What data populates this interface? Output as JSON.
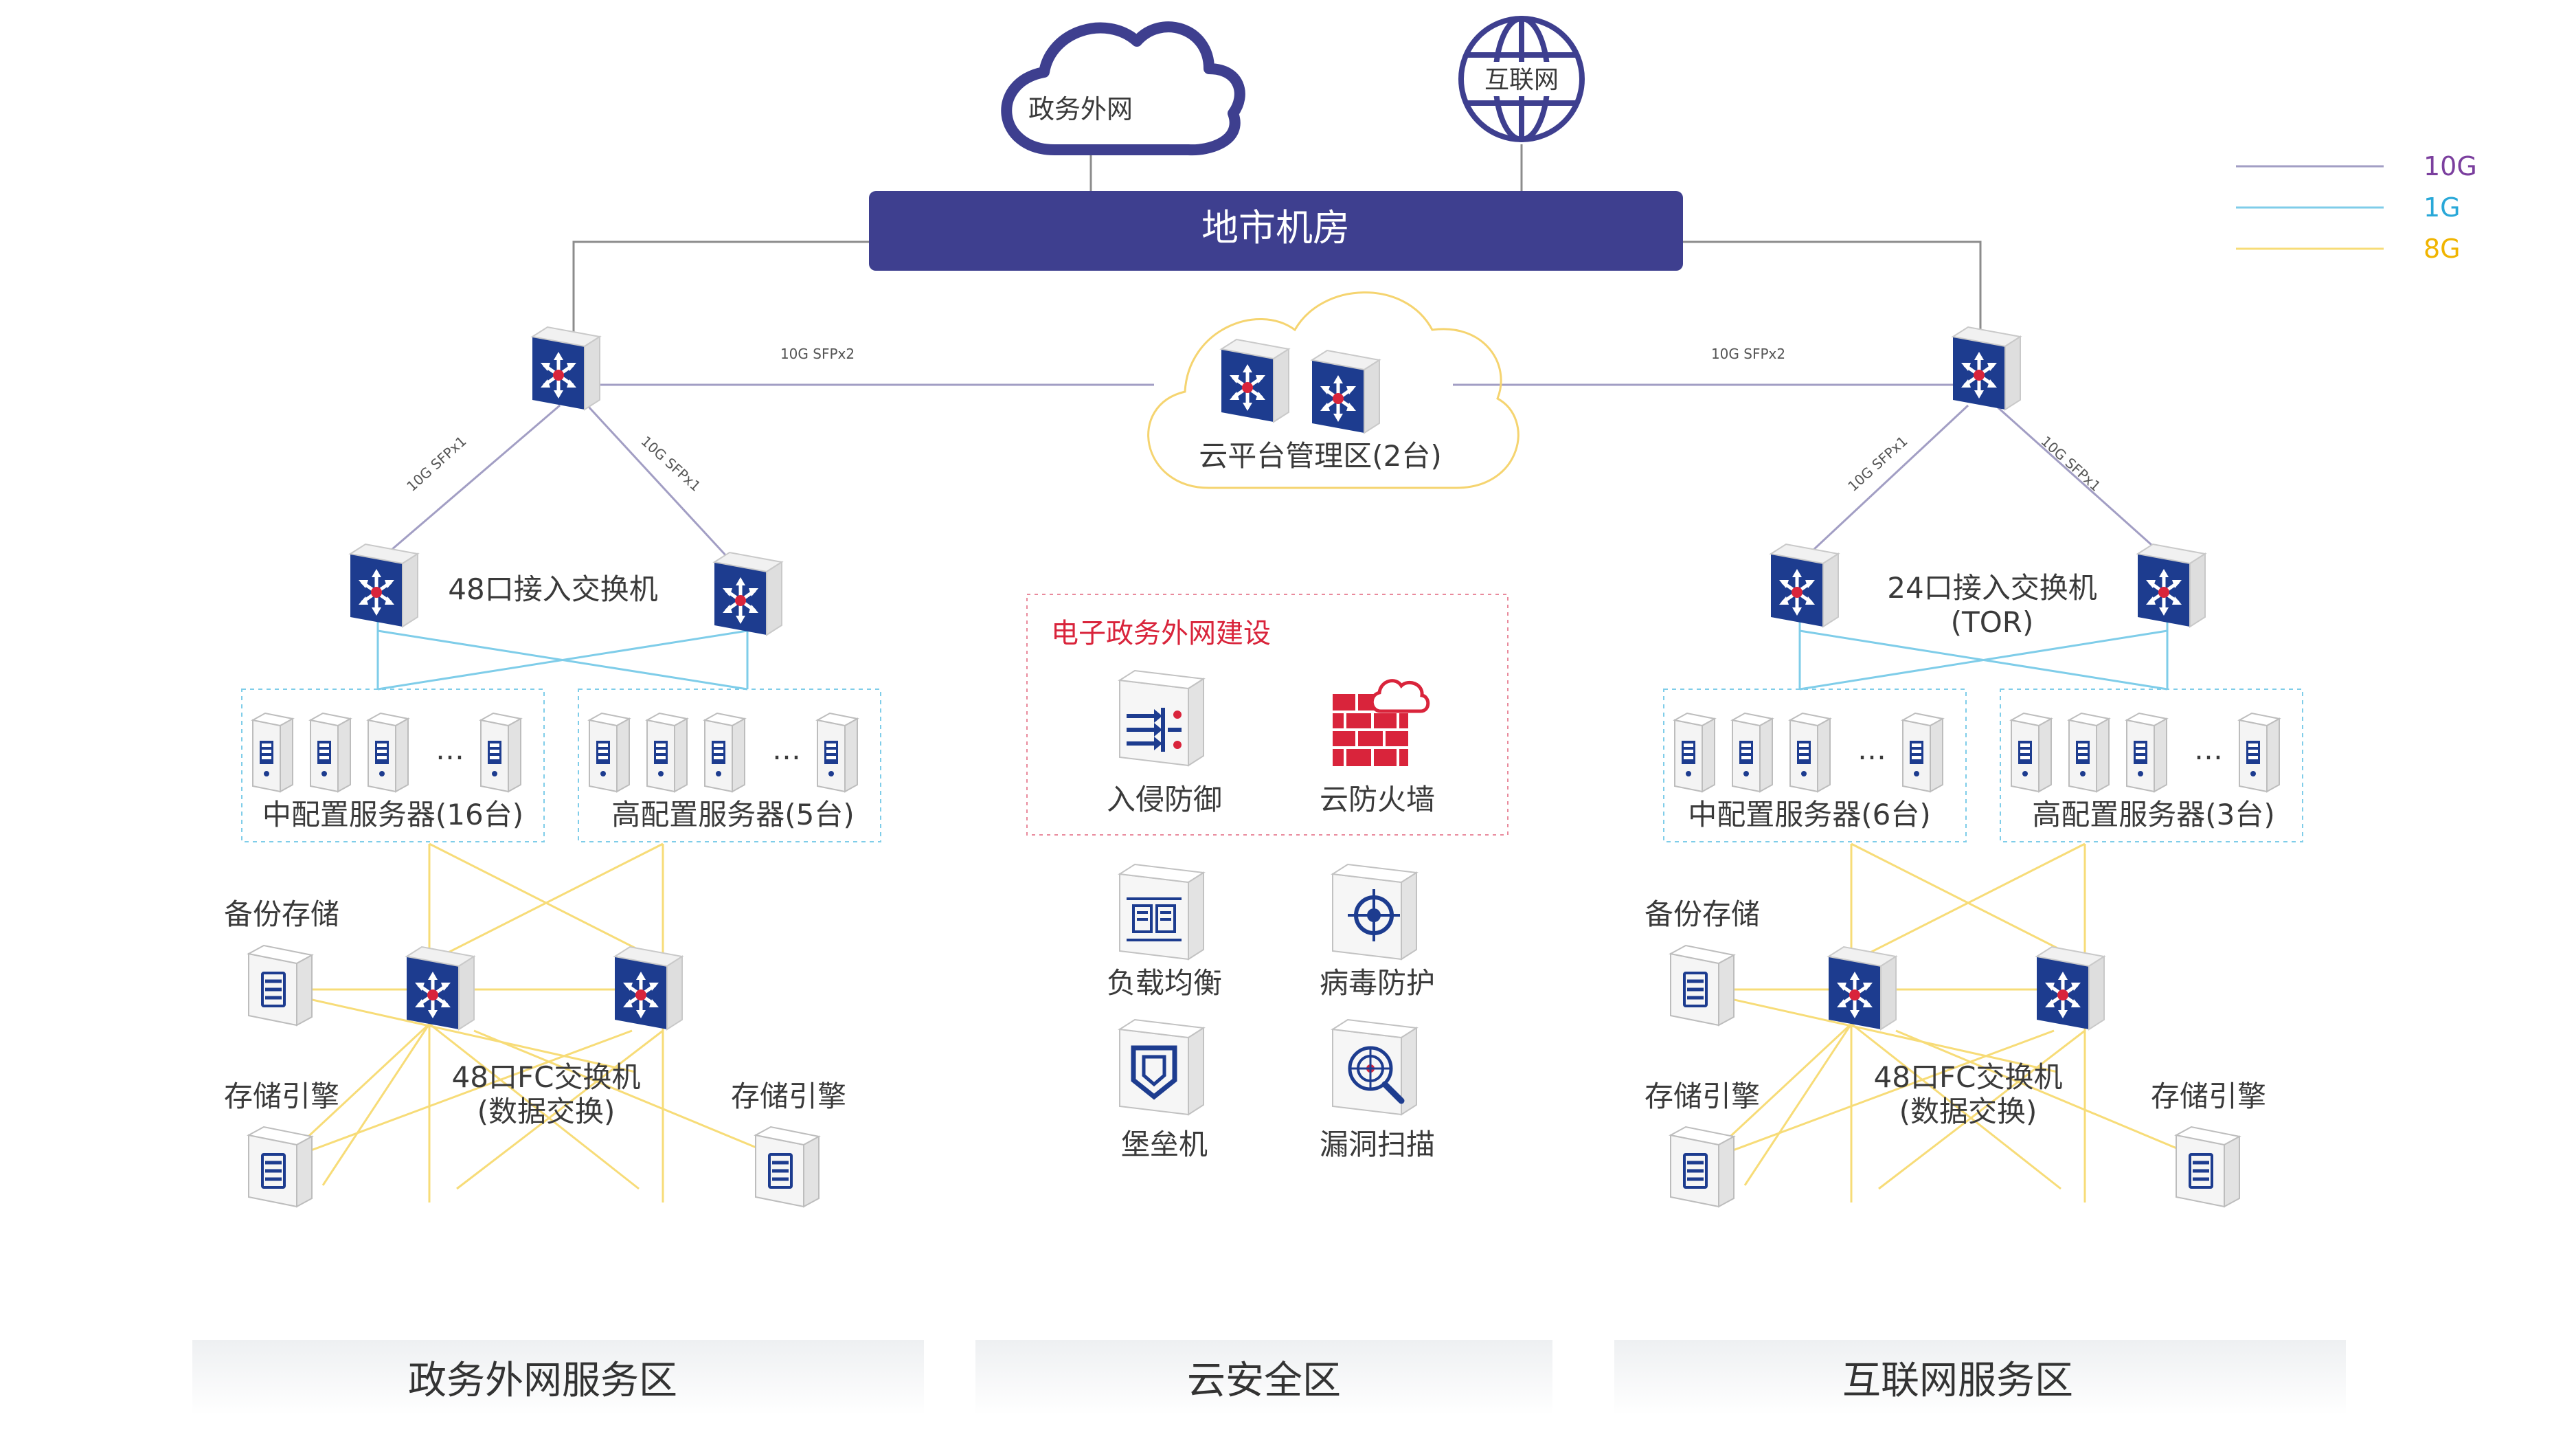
{
  "nodes": {
    "gov_extranet_cloud": "政务外网",
    "internet_globe": "互联网",
    "data_center": "地市机房",
    "cloud_platform": "云平台管理区(2台)",
    "left_access_switch": "48口接入交换机",
    "right_access_switch_line1": "24口接入交换机",
    "right_access_switch_line2": "(TOR)",
    "left_mid_servers": "中配置服务器(16台)",
    "left_high_servers": "高配置服务器(5台)",
    "right_mid_servers": "中配置服务器(6台)",
    "right_high_servers": "高配置服务器(3台)",
    "backup_storage": "备份存储",
    "storage_engine": "存储引擎",
    "fc_switch_line1": "48口FC交换机",
    "fc_switch_line2": "(数据交换)",
    "server_ellipsis": "…"
  },
  "links": {
    "sfp_x2": "10G SFPx2",
    "sfp_x1": "10G SFPx1"
  },
  "security": {
    "title": "电子政务外网建设",
    "items": {
      "ids": "入侵防御",
      "firewall": "云防火墙",
      "load_balance": "负载均衡",
      "antivirus": "病毒防护",
      "bastion": "堡垒机",
      "vuln_scan": "漏洞扫描"
    }
  },
  "zones": {
    "gov": "政务外网服务区",
    "security": "云安全区",
    "internet": "互联网服务区"
  },
  "legend": [
    {
      "label": "10G",
      "color": "#7b3f9e"
    },
    {
      "label": "1G",
      "color": "#29a8d8"
    },
    {
      "label": "8G",
      "color": "#f0b400"
    }
  ],
  "colors": {
    "navy": "#3e3f8f",
    "switch_blue": "#1d3c8f",
    "line_10g": "#a29ec4",
    "line_1g": "#7fcde9",
    "line_8g": "#f7dc78",
    "accent_red": "#d9243b"
  }
}
